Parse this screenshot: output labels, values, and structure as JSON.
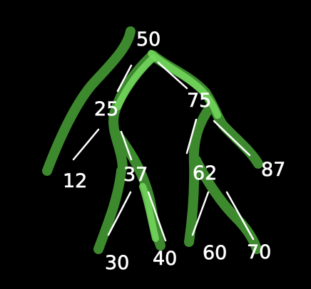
{
  "tree": {
    "root": "50",
    "nodes": [
      {
        "id": "n50",
        "value": "50"
      },
      {
        "id": "n25",
        "value": "25"
      },
      {
        "id": "n75",
        "value": "75"
      },
      {
        "id": "n12",
        "value": "12"
      },
      {
        "id": "n37",
        "value": "37"
      },
      {
        "id": "n62",
        "value": "62"
      },
      {
        "id": "n87",
        "value": "87"
      },
      {
        "id": "n30",
        "value": "30"
      },
      {
        "id": "n40",
        "value": "40"
      },
      {
        "id": "n60",
        "value": "60"
      },
      {
        "id": "n70",
        "value": "70"
      }
    ],
    "edges": [
      {
        "from": "50",
        "to": "25"
      },
      {
        "from": "50",
        "to": "75"
      },
      {
        "from": "25",
        "to": "12"
      },
      {
        "from": "25",
        "to": "37"
      },
      {
        "from": "75",
        "to": "62"
      },
      {
        "from": "75",
        "to": "87"
      },
      {
        "from": "37",
        "to": "30"
      },
      {
        "from": "37",
        "to": "40"
      },
      {
        "from": "62",
        "to": "60"
      },
      {
        "from": "62",
        "to": "70"
      }
    ]
  },
  "colors": {
    "background": "#000000",
    "label": "#ffffff",
    "edge": "#ffffff",
    "highlight_dark": "#3d8a2e",
    "highlight_bright": "#74d95e"
  }
}
